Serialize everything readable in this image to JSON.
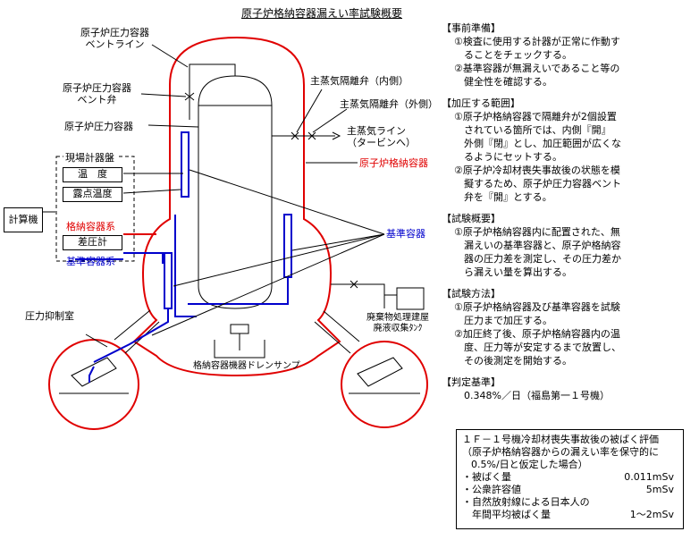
{
  "title": "原子炉格納容器漏えい率試験概要",
  "labels": {
    "vent_line": [
      "原子炉圧力容器",
      "ベントライン"
    ],
    "vent_valve": [
      "原子炉圧力容器",
      "ベント弁"
    ],
    "rpv": "原子炉圧力容器",
    "msiv_in": "主蒸気隔離弁（内側）",
    "msiv_out": "主蒸気隔離弁（外側）",
    "steam_line": [
      "主蒸気ライン",
      "（タービンへ）"
    ],
    "pcv": "原子炉格納容器",
    "field_panel": "現場計器盤",
    "temp": "温　度",
    "dew": "露点温度",
    "computer": "計算機",
    "pcv_system": "格納容器系",
    "dp_meter": "差圧計",
    "ref_system": "基準容器系",
    "ref_vessel": "基準容器",
    "suppression": "圧力抑制室",
    "waste": [
      "廃棄物処理建屋",
      "廃液収集ﾀﾝｸ"
    ],
    "sump": "格納容器機器ドレンサンプ"
  },
  "panel": {
    "sections": [
      {
        "head": "【事前準備】",
        "items": [
          [
            "①検査に使用する計器が正常に作動す",
            "　ることをチェックする。"
          ],
          [
            "②基準容器が無漏えいであること等の",
            "　健全性を確認する。"
          ]
        ]
      },
      {
        "head": "【加圧する範囲】",
        "items": [
          [
            "①原子炉格納容器で隔離弁が2個設置",
            "　されている箇所では、内側『開』",
            "　外側『閉』とし、加圧範囲が広くな",
            "　るようにセットする。"
          ],
          [
            "②原子炉冷却材喪失事故後の状態を模",
            "　擬するため、原子炉圧力容器ベント",
            "　弁を『開』とする。"
          ]
        ]
      },
      {
        "head": "【試験概要】",
        "items": [
          [
            "①原子炉格納容器内に配置された、無",
            "　漏えいの基準容器と、原子炉格納容",
            "　器の圧力差を測定し、その圧力差か",
            "　ら漏えい量を算出する。"
          ]
        ]
      },
      {
        "head": "【試験方法】",
        "items": [
          [
            "①原子炉格納容器及び基準容器を試験",
            "　圧力まで加圧する。"
          ],
          [
            "②加圧終了後、原子炉格納容器内の温",
            "　度、圧力等が安定するまで放置し、",
            "　その後測定を開始する。"
          ]
        ]
      },
      {
        "head": "【判定基準】",
        "items": [
          [
            "　0.348%／日（福島第一１号機）"
          ]
        ]
      }
    ]
  },
  "note": {
    "title": "１Ｆ－１号機冷却材喪失事故後の被ばく評価",
    "sub1": "（原子炉格納容器からの漏えい率を保守的に",
    "sub2": "0.5%/日と仮定した場合）",
    "rows": [
      {
        "label": "・被ばく量",
        "value": "0.011mSv"
      },
      {
        "label": "・公衆許容値",
        "value": "5mSv"
      },
      {
        "label": "・自然放射線による日本人の",
        "value": ""
      },
      {
        "label": "　年間平均被ばく量",
        "value": "1～2mSv"
      }
    ]
  },
  "colors": {
    "pcv": "#e00000",
    "ref": "#0000cc",
    "line": "#000000"
  }
}
